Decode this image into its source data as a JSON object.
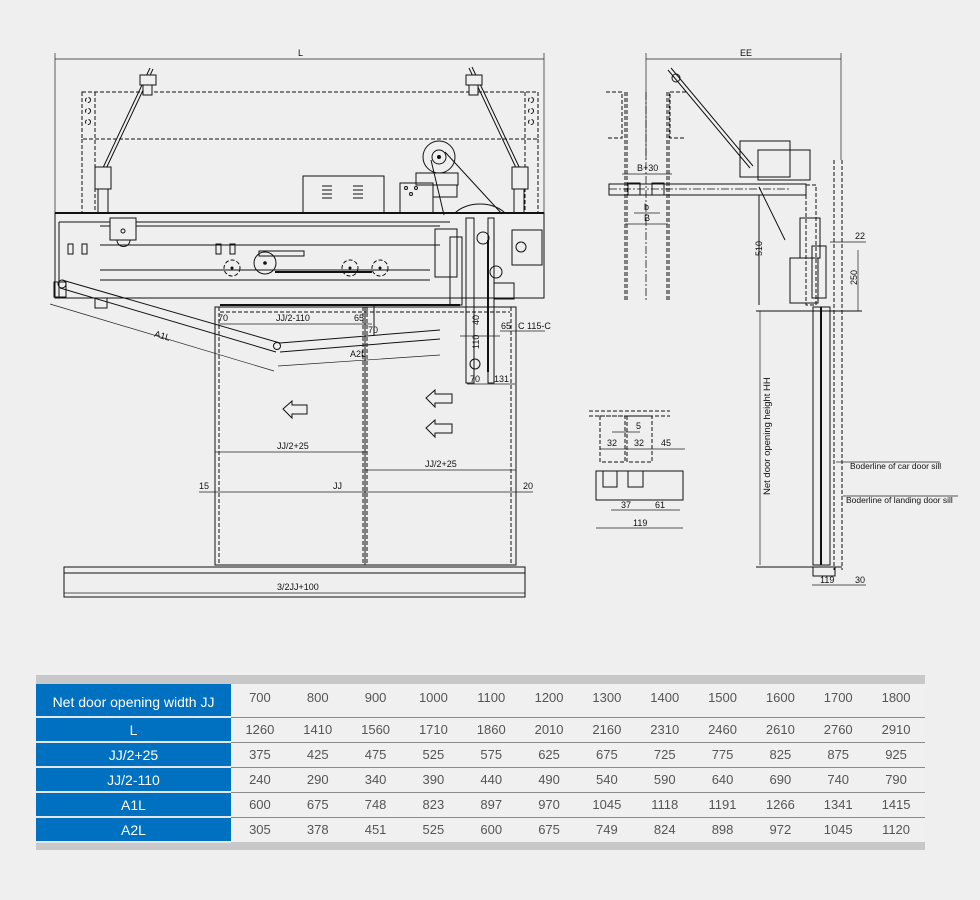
{
  "drawing": {
    "front_view": {
      "dimensions": {
        "overall_width": "L",
        "left_offset": "70",
        "jj_half_minus": "JJ/2-110",
        "gap_65": "65",
        "gap_70": "70",
        "arm1": "A1L",
        "arm2": "A2L",
        "vert_40": "40",
        "vert_110": "110",
        "bottom_70": "70",
        "bottom_131": "131",
        "side_65": "65",
        "side_c": "C",
        "side_115c": "115-C",
        "panel_left": "JJ/2+25",
        "panel_right": "JJ/2+25",
        "left_15": "15",
        "opening": "JJ",
        "right_20": "20",
        "sill_width": "3/2JJ+100"
      },
      "arrows": [
        "arrow-left",
        "arrow-left",
        "arrow-left"
      ]
    },
    "side_view": {
      "dimensions": {
        "overall_depth": "EE",
        "b_plus_30": "B+30",
        "b_small": "b",
        "b_large": "B",
        "height_510": "510",
        "dim_22": "22",
        "dim_250": "250",
        "net_height": "Net door opening height HH",
        "sill_119": "119",
        "sill_30": "30"
      },
      "callouts": {
        "car_sill": "Boderline of car door sill",
        "landing_sill": "Boderline of landing door sill"
      }
    },
    "sill_detail": {
      "dimensions": {
        "gap_5": "5",
        "slot_a": "32",
        "slot_b": "32",
        "edge_45": "45",
        "d37": "37",
        "d61": "61",
        "total": "119"
      }
    }
  },
  "table": {
    "rows": [
      {
        "label": "Net door opening width JJ",
        "values": [
          "700",
          "800",
          "900",
          "1000",
          "1100",
          "1200",
          "1300",
          "1400",
          "1500",
          "1600",
          "1700",
          "1800"
        ]
      },
      {
        "label": "L",
        "values": [
          "1260",
          "1410",
          "1560",
          "1710",
          "1860",
          "2010",
          "2160",
          "2310",
          "2460",
          "2610",
          "2760",
          "2910"
        ]
      },
      {
        "label": "JJ/2+25",
        "values": [
          "375",
          "425",
          "475",
          "525",
          "575",
          "625",
          "675",
          "725",
          "775",
          "825",
          "875",
          "925"
        ]
      },
      {
        "label": "JJ/2-110",
        "values": [
          "240",
          "290",
          "340",
          "390",
          "440",
          "490",
          "540",
          "590",
          "640",
          "690",
          "740",
          "790"
        ]
      },
      {
        "label": "A1L",
        "values": [
          "600",
          "675",
          "748",
          "823",
          "897",
          "970",
          "1045",
          "1118",
          "1191",
          "1266",
          "1341",
          "1415"
        ]
      },
      {
        "label": "A2L",
        "values": [
          "305",
          "378",
          "451",
          "525",
          "600",
          "675",
          "749",
          "824",
          "898",
          "972",
          "1045",
          "1120"
        ]
      }
    ]
  },
  "colors": {
    "header_blue": "#0070c0",
    "background": "#efefef",
    "table_border": "#c8c8c8"
  }
}
